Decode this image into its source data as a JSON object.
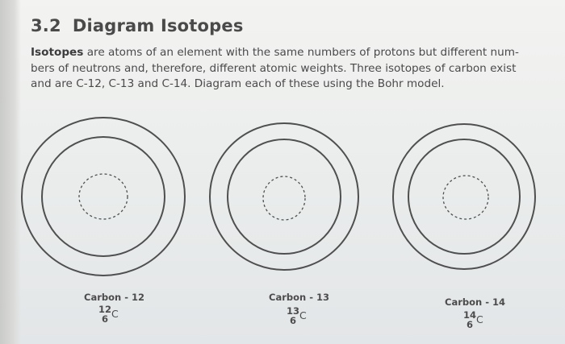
{
  "heading": {
    "number": "3.2",
    "title": "Diagram Isotopes"
  },
  "paragraph": {
    "term": "Isotopes",
    "line1": " are atoms of an element with the same numbers of protons but different num-",
    "line2": "bers of neutrons and, therefore, different atomic weights. Three isotopes of carbon exist",
    "line3": "and are C-12, C-13 and C-14. Diagram each of these using the Bohr model."
  },
  "atoms": [
    {
      "label": "Carbon - 12",
      "mass": "12",
      "atomic_number": "6",
      "symbol": "C"
    },
    {
      "label": "Carbon - 13",
      "mass": "13",
      "atomic_number": "6",
      "symbol": "C"
    },
    {
      "label": "Carbon - 14",
      "mass": "14",
      "atomic_number": "6",
      "symbol": "C"
    }
  ],
  "colors": {
    "text": "#4a4a4a",
    "rings": "#4f4f4f",
    "paper": "#efefed"
  }
}
